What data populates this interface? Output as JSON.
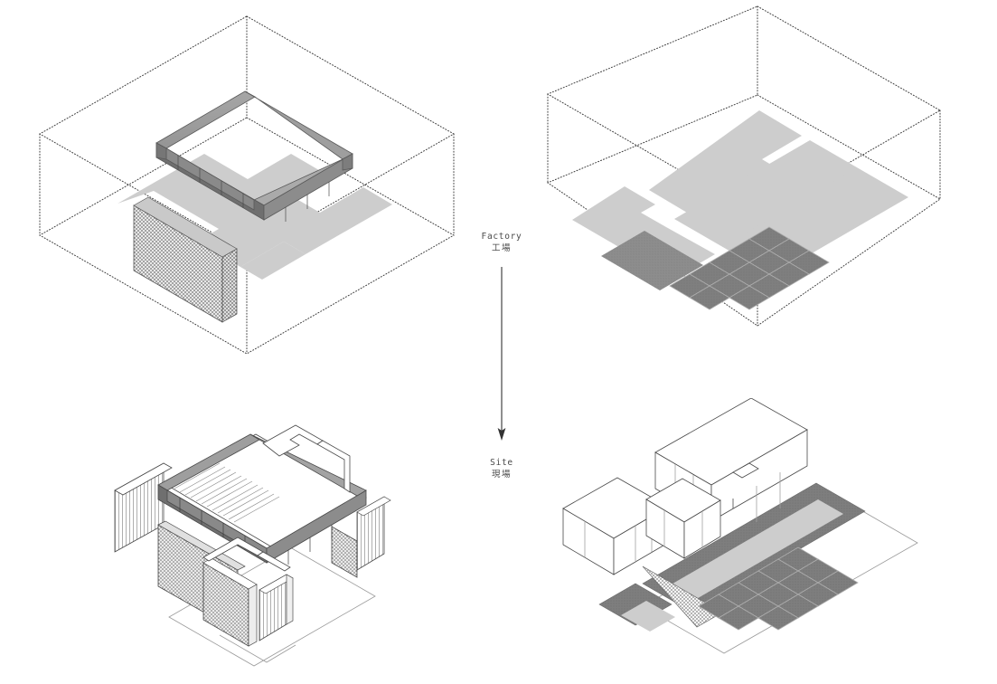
{
  "diagram": {
    "title": "Prefabrication to Site Assembly Isometric Diagram",
    "process_labels": {
      "top": {
        "en": "Factory",
        "jp": "工場"
      },
      "bottom": {
        "en": "Site",
        "jp": "現場"
      }
    },
    "flow_arrow": {
      "name": "downward-arrow",
      "direction": "down",
      "color": "#333333"
    }
  },
  "panels": [
    {
      "id": "top-left",
      "name": "factory-components-left",
      "stage": "Factory",
      "description": "Dotted isometric bounding volume containing prefabricated ring beam, stippled concrete wall panel and light grey floor plan footprint",
      "elements": [
        "dotted-bounding-box",
        "grey-ring-beam",
        "stippled-wall-panel",
        "light-grey-floor-footprint"
      ]
    },
    {
      "id": "top-right",
      "name": "factory-components-right",
      "stage": "Factory",
      "description": "Dotted isometric bounding volume containing flat light grey slab panels, a mid-grey strip and a grid of dark paving tiles",
      "elements": [
        "dotted-bounding-box",
        "light-grey-slab-panels",
        "mid-grey-strip",
        "dark-paving-tile-grid"
      ]
    },
    {
      "id": "bottom-left",
      "name": "site-assembly-left",
      "stage": "Site",
      "description": "Assembled building volume with grey ring beam at roof level, ribbed cladding panels, stippled concrete walls and ribbed roof deck",
      "elements": [
        "grey-ring-beam",
        "ribbed-cladding-panels",
        "stippled-concrete-walls",
        "ribbed-roof-deck",
        "site-outline"
      ]
    },
    {
      "id": "bottom-right",
      "name": "site-assembly-right",
      "stage": "Site",
      "description": "Wireframe building volumes alongside dark paved courtyard strip, light grey inner panel, hatched ramp and dark paving tile grid",
      "elements": [
        "wireframe-volumes",
        "dark-paved-courtyard",
        "light-grey-inner-panel",
        "hatched-ramp",
        "dark-paving-tile-grid",
        "site-outline"
      ]
    }
  ],
  "colors": {
    "background": "#ffffff",
    "dotted_outline": "#3c3c3c",
    "light_grey_slab": "#cccccc",
    "mid_grey": "#8a8a8a",
    "dark_tile": "#7d7d7d",
    "beam_top_face": "#9a9a9a",
    "beam_side_face": "#7a7a7a",
    "line_work": "#4a4a4a",
    "label_text": "#4a4a4a"
  }
}
